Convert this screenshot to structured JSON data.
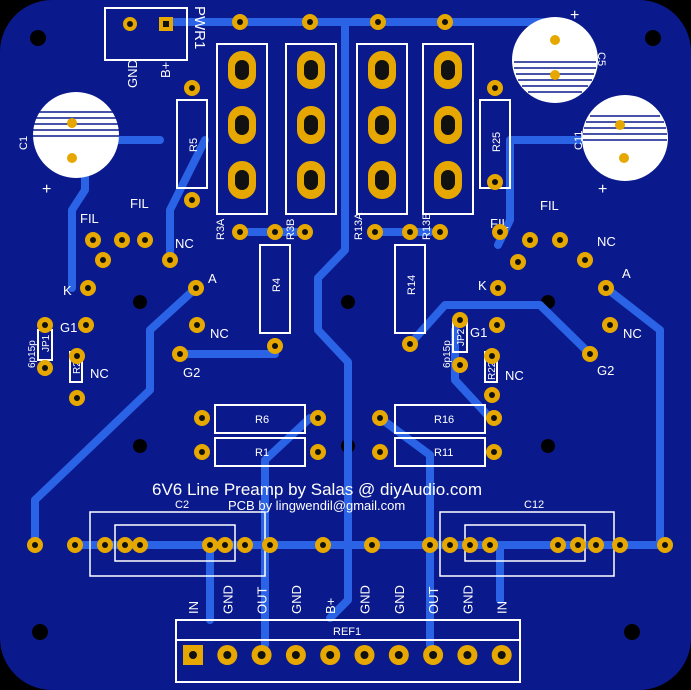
{
  "board": {
    "title": "6V6 Line Preamp by Salas @ diyAudio.com",
    "credit": "PCB by lingwendil@gmail.com",
    "colors": {
      "board": "#0a1a8c",
      "copper": "#2a63e6",
      "pad": "#e6a800",
      "pad_hole": "#111111",
      "silkscreen": "#ffffff",
      "background": "#000000"
    }
  },
  "power_connector": {
    "ref": "PWR1",
    "pins": [
      "GND",
      "B+"
    ]
  },
  "resistors": {
    "r5": "R5",
    "r25": "R25",
    "r4": "R4",
    "r14": "R14",
    "r6": "R6",
    "r1": "R1",
    "r16": "R16",
    "r11": "R11",
    "r2": "R2",
    "r22": "R22",
    "r3a": "R3A",
    "r3b": "R3B",
    "r13a": "R13A",
    "r13b": "R13B"
  },
  "capacitors": {
    "c1": "C1",
    "c5": "C5",
    "c11": "C11",
    "c2": "C2",
    "c12": "C12",
    "plus": "+"
  },
  "jumpers": {
    "jp1": "JP1",
    "jp2": "JP2",
    "value": "6p15p"
  },
  "tube_left": {
    "fil_1": "FIL",
    "fil_2": "FIL",
    "nc_top": "NC",
    "k": "K",
    "a": "A",
    "g1": "G1",
    "nc_mid": "NC",
    "nc_low": "NC",
    "g2": "G2"
  },
  "tube_right": {
    "fil_1": "FIL",
    "fil_2": "FIL",
    "nc_top": "NC",
    "k": "K",
    "a": "A",
    "g1": "G1",
    "nc_mid": "NC",
    "nc_low": "NC",
    "g2": "G2"
  },
  "ref_connector": {
    "ref": "REF1",
    "pins": [
      "IN",
      "GND",
      "OUT",
      "GND",
      "B+",
      "GND",
      "GND",
      "OUT",
      "GND",
      "IN"
    ]
  }
}
